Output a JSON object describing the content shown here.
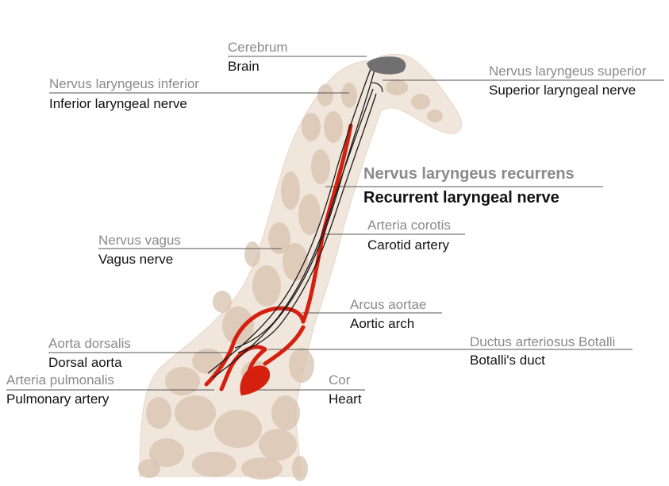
{
  "labels": {
    "cerebrum": {
      "latin": "Cerebrum",
      "english": "Brain"
    },
    "superior": {
      "latin": "Nervus laryngeus superior",
      "english": "Superior laryngeal nerve"
    },
    "inferior": {
      "latin": "Nervus laryngeus inferior",
      "english": "Inferior laryngeal nerve"
    },
    "recurrent": {
      "latin": "Nervus laryngeus recurrens",
      "english": "Recurrent laryngeal nerve"
    },
    "carotid": {
      "latin": "Arteria corotis",
      "english": "Carotid artery"
    },
    "vagus": {
      "latin": "Nervus vagus",
      "english": "Vagus nerve"
    },
    "arch": {
      "latin": "Arcus aortae",
      "english": "Aortic arch"
    },
    "dorsal": {
      "latin": "Aorta dorsalis",
      "english": "Dorsal aorta"
    },
    "botalli": {
      "latin": "Ductus arteriosus Botalli",
      "english": "Botalli's duct"
    },
    "pulmonary": {
      "latin": "Arteria pulmonalis",
      "english": "Pulmonary artery"
    },
    "heart": {
      "latin": "Cor",
      "english": "Heart"
    }
  },
  "colors": {
    "skin": "#f1e6dc",
    "patch": "#d7c1ad",
    "artery": "#d5200f",
    "brain": "#707070",
    "nerve": "#1a1a1a",
    "leader": "#555555"
  }
}
